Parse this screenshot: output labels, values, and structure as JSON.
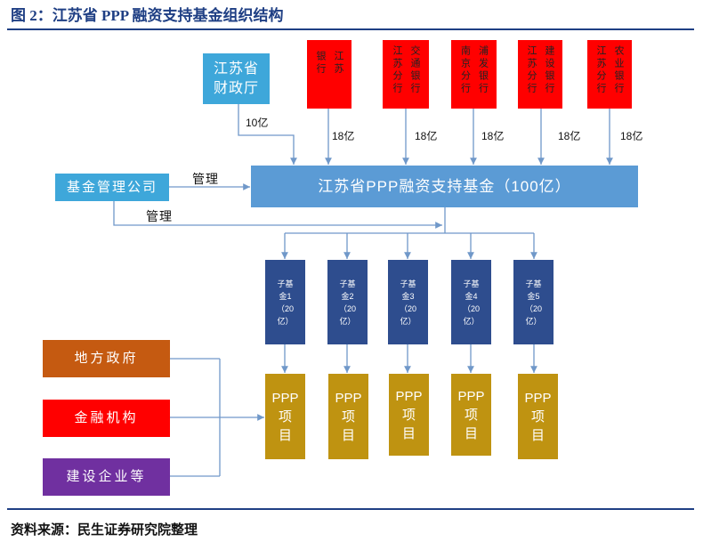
{
  "figure": {
    "title": "图 2：江苏省 PPP 融资支持基金组织结构",
    "source": "资料来源：民生证券研究院整理"
  },
  "contributors": {
    "finance_department": {
      "label": "江苏省\n财政厅",
      "amount": "10亿"
    },
    "banks": [
      {
        "label": "江苏银行",
        "amount": "18亿"
      },
      {
        "label": "交通银行江苏分行",
        "amount": "18亿"
      },
      {
        "label": "浦发银行南京分行",
        "amount": "18亿"
      },
      {
        "label": "建设银行江苏分行",
        "amount": "18亿"
      },
      {
        "label": "农业银行江苏分行",
        "amount": "18亿"
      }
    ]
  },
  "fund": {
    "label": "江苏省PPP融资支持基金（100亿）"
  },
  "manager": {
    "label": "基金管理公司",
    "relation_labels": [
      "管理",
      "管理"
    ]
  },
  "sub_funds": [
    {
      "label": "子基\n金1\n（20\n亿）"
    },
    {
      "label": "子基\n金2\n（20\n亿）"
    },
    {
      "label": "子基\n金3\n（20\n亿）"
    },
    {
      "label": "子基\n金4\n（20\n亿）"
    },
    {
      "label": "子基\n金5\n（20\n亿）"
    }
  ],
  "ppp_projects": [
    {
      "label": "PPP\n项\n目"
    },
    {
      "label": "PPP\n项\n目"
    },
    {
      "label": "PPP\n项\n目"
    },
    {
      "label": "PPP\n项\n目"
    },
    {
      "label": "PPP\n项\n目"
    }
  ],
  "participants": [
    {
      "label": "地方政府"
    },
    {
      "label": "金融机构"
    },
    {
      "label": "建设企业等"
    }
  ],
  "colors": {
    "title": "#1F3F84",
    "rule": "#1F3F84",
    "finance_department": "#3EA7DA",
    "manager": "#3EA7DA",
    "bank": "#FF0000",
    "fund": "#5B9BD5",
    "sub_fund": "#2E4D8E",
    "ppp_project": "#BF9311",
    "local_government": "#C55A11",
    "financial_institution": "#FF0000",
    "construction_enterprise": "#7030A0",
    "connector": "#7098C9"
  }
}
